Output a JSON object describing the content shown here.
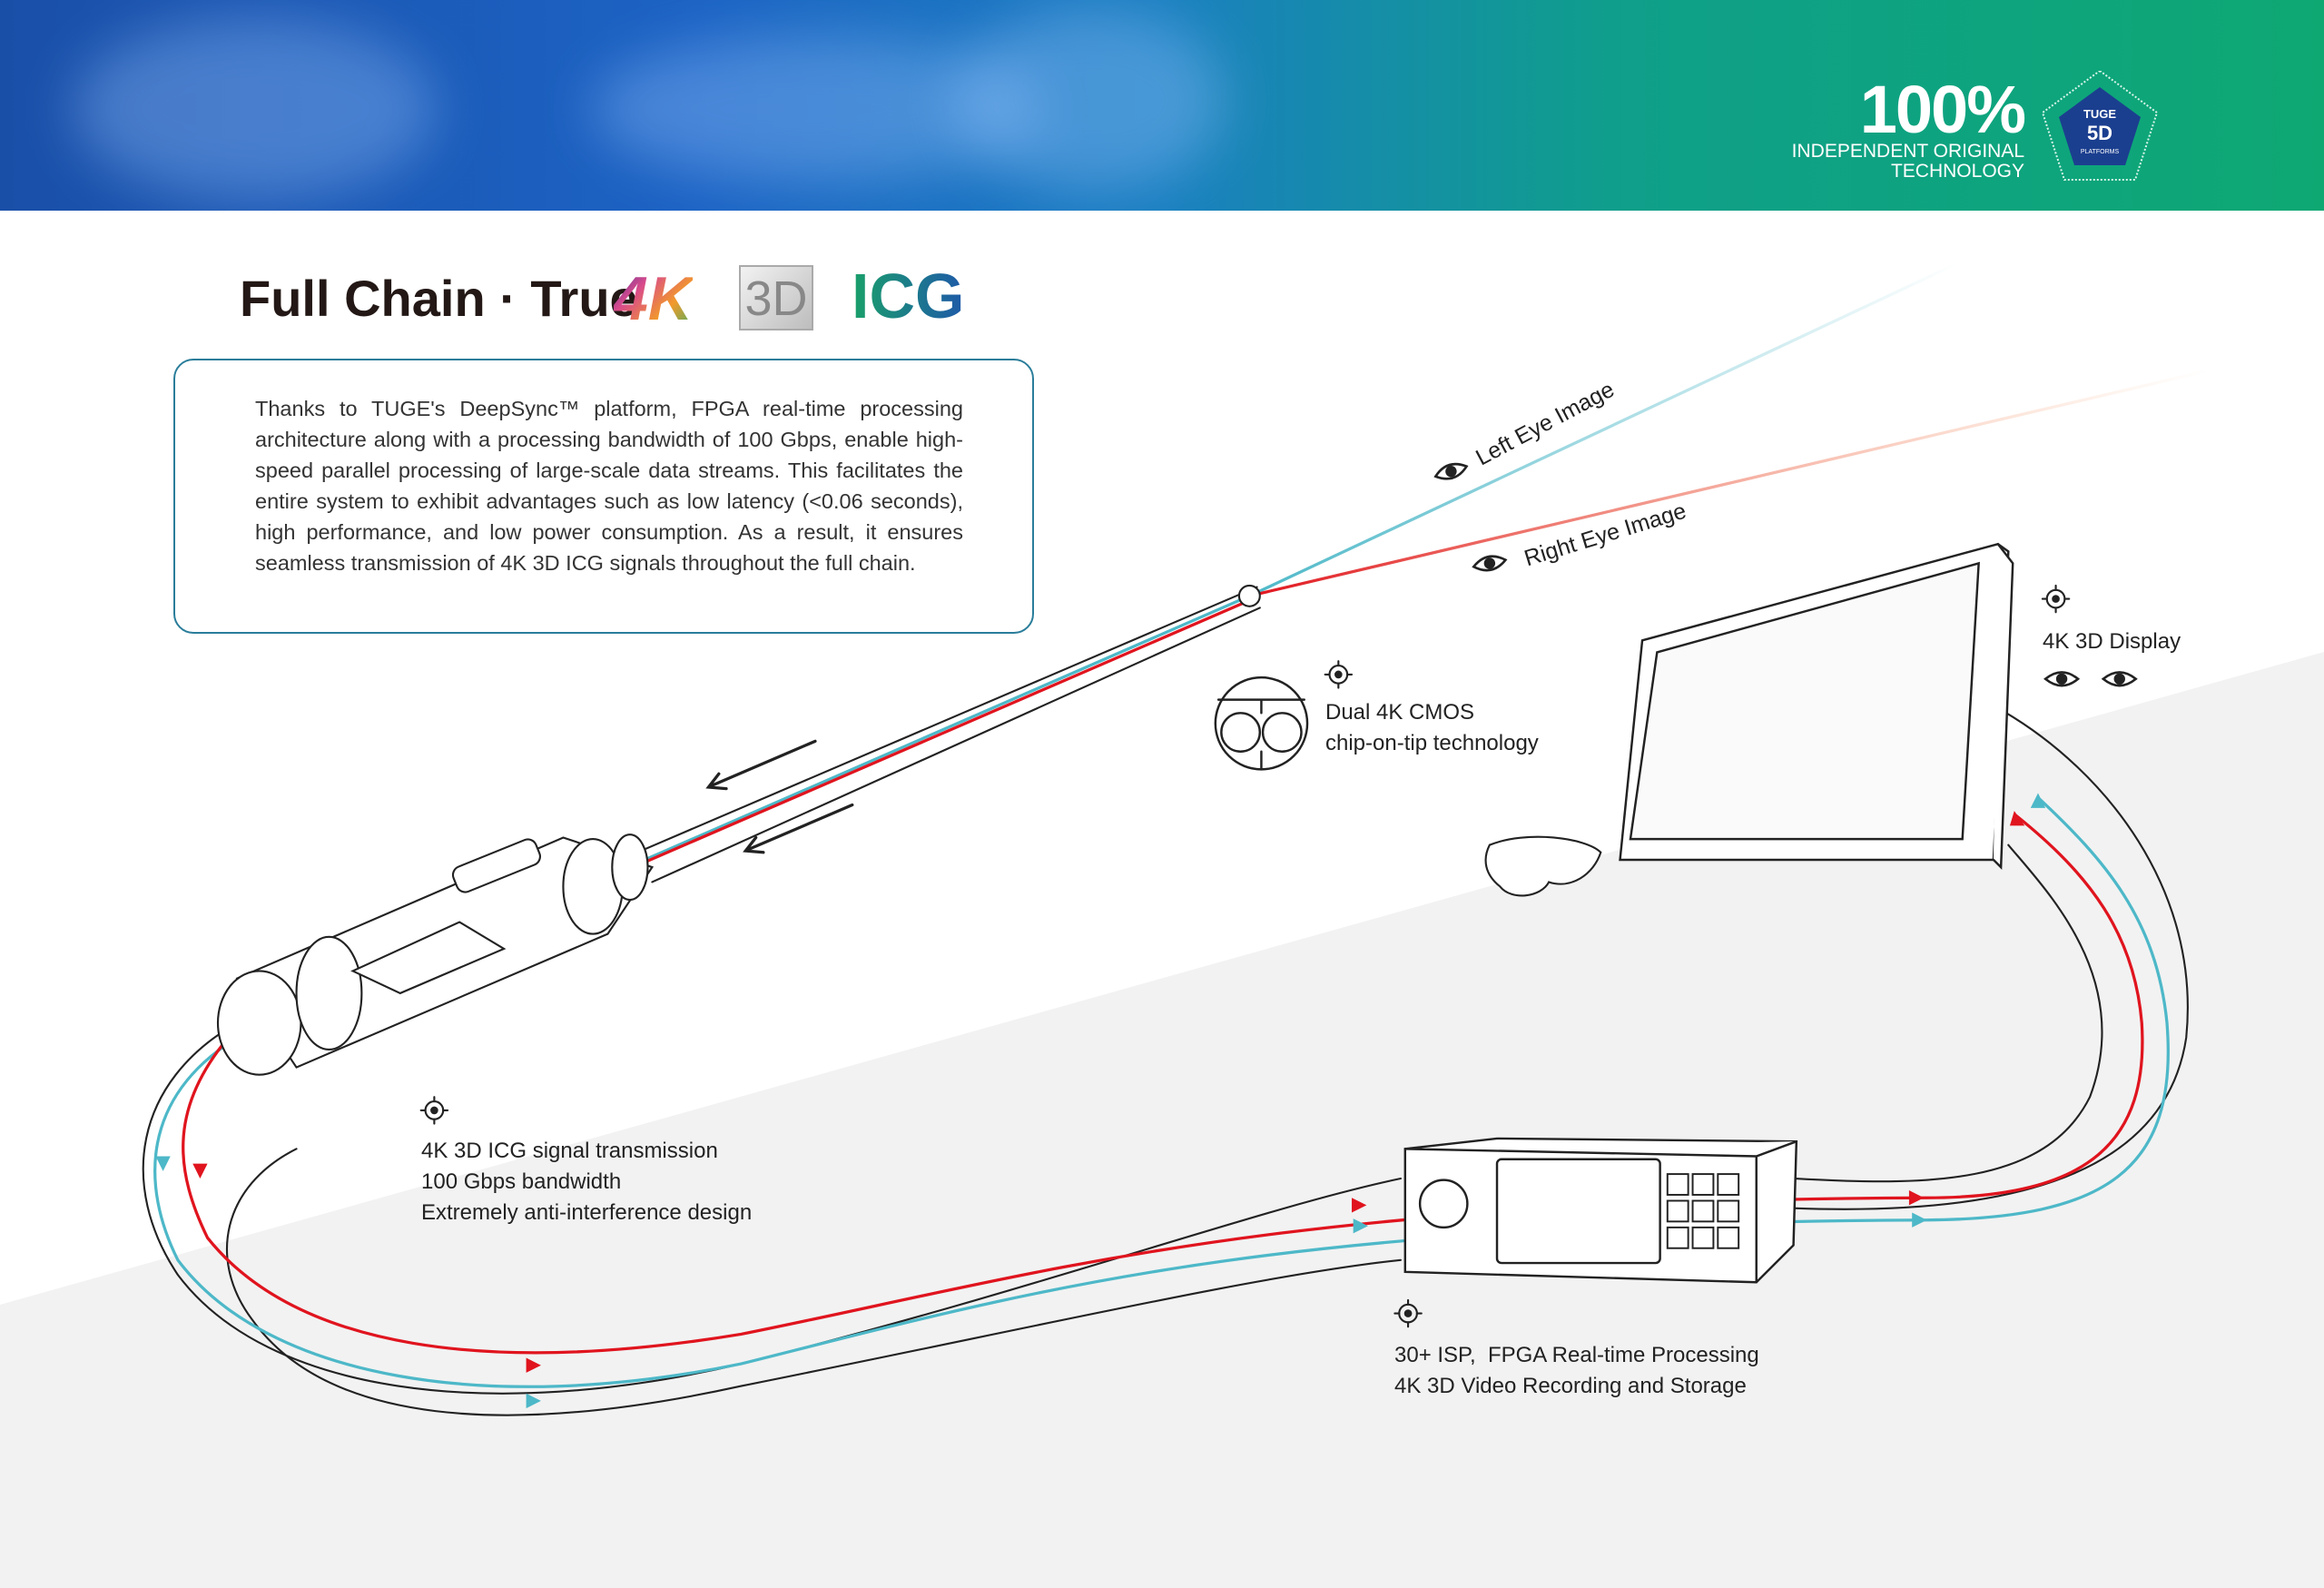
{
  "banner": {
    "headline": "100%",
    "subline_1": "INDEPENDENT ORIGINAL",
    "subline_2": "TECHNOLOGY",
    "badge": {
      "line1": "TUGE",
      "line2": "5D",
      "line3": "PLATFORMS"
    }
  },
  "title": {
    "text": "Full Chain · True",
    "logo_4k": "4K",
    "logo_3d": "3D",
    "logo_icg": "ICG"
  },
  "description": "Thanks to TUGE's DeepSync™ platform, FPGA real-time processing architecture along with a processing bandwidth of 100 Gbps, enable high-speed parallel processing of large-scale data streams. This facilitates the entire system to exhibit advantages such as low latency (<0.06 seconds), high performance, and low power consumption. As a result, it ensures seamless transmission of 4K 3D ICG signals throughout the full chain.",
  "beams": {
    "left": "Left Eye Image",
    "right": "Right Eye Image"
  },
  "features": {
    "cmos": [
      "Dual 4K CMOS",
      "chip-on-tip technology"
    ],
    "display": [
      "4K 3D Display"
    ],
    "cable": [
      "4K 3D ICG signal transmission",
      "100 Gbps bandwidth",
      "Extremely anti-interference design"
    ],
    "processor": [
      "30+ ISP,  FPGA Real-time Processing",
      "4K 3D Video Recording and Storage"
    ]
  },
  "colors": {
    "left_beam": "#4db8c8",
    "right_beam": "#e0141e",
    "background_gray": "#f2f2f2"
  }
}
